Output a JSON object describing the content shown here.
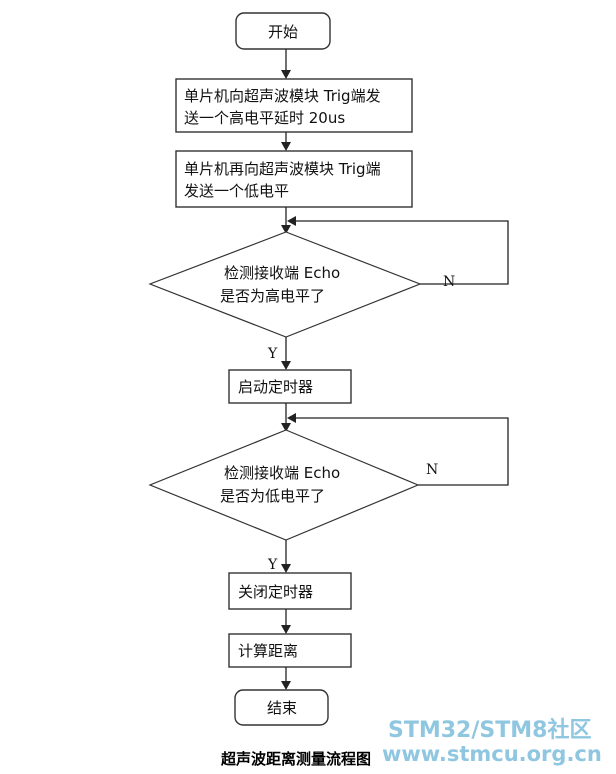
{
  "flowchart": {
    "start": "开始",
    "step1": [
      "单片机向超声波模块 Trig端发",
      "送一个高电平延时 20us"
    ],
    "step2": [
      "单片机再向超声波模块 Trig端",
      "发送一个低电平"
    ],
    "decision1": [
      "检测接收端 Echo",
      "是否为高电平了"
    ],
    "decision1_no": "N",
    "decision1_yes": "Y",
    "step3": "启动定时器",
    "decision2": [
      "检测接收端 Echo",
      "是否为低电平了"
    ],
    "decision2_no": "N",
    "decision2_yes": "Y",
    "step4": "关闭定时器",
    "step5": "计算距离",
    "end": "结束"
  },
  "caption": "超声波距离测量流程图",
  "watermark": {
    "line1": "STM32/STM8社区",
    "line2": "www.stmcu.org.cn"
  },
  "colors": {
    "line": "#222222",
    "watermark": "#8fc6e0"
  }
}
